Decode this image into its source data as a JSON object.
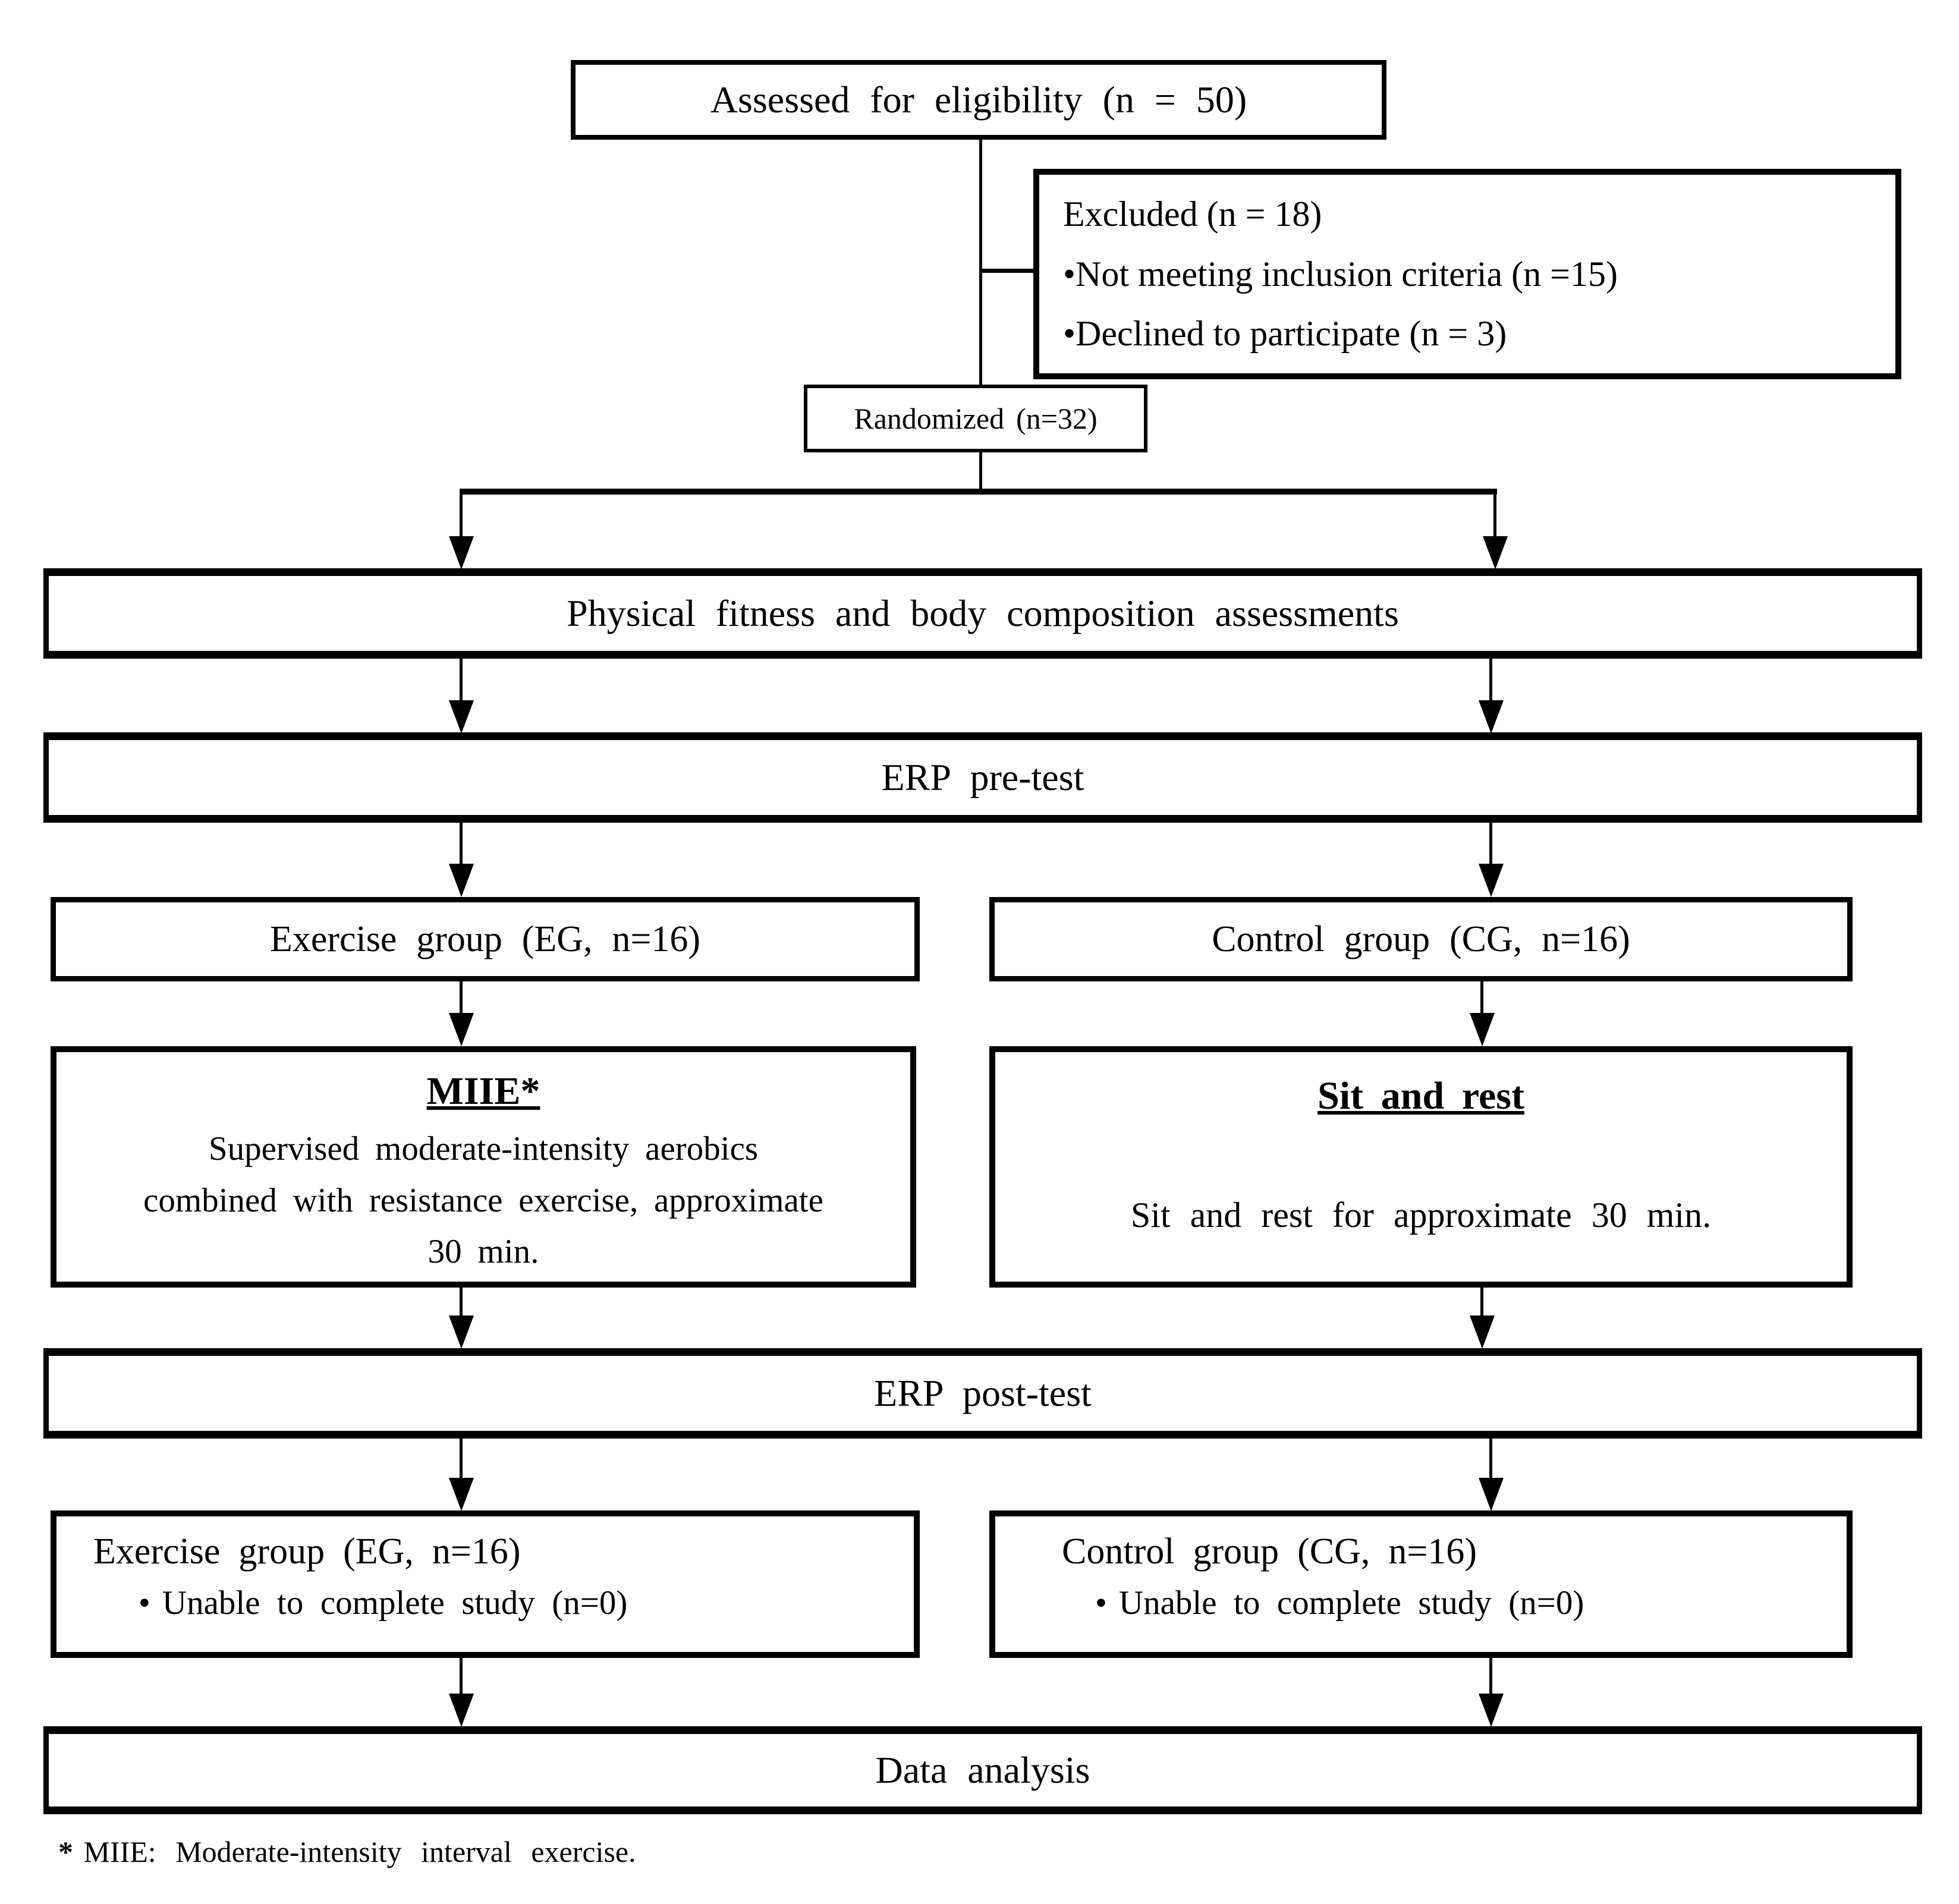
{
  "figure": {
    "background": "#ffffff",
    "line_color": "#000000"
  },
  "boxes": {
    "assessed": {
      "label": "Assessed for eligibility (n = 50)"
    },
    "excluded": {
      "title": "Excluded (n = 18)",
      "bullet": "•",
      "items": [
        "Not meeting inclusion criteria (n =15)",
        "Declined to participate (n = 3)"
      ]
    },
    "randomized": {
      "label": "Randomized (n=32)"
    },
    "physical": {
      "label": "Physical fitness and body composition assessments"
    },
    "erp_pre": {
      "label": "ERP pre-test"
    },
    "eg_top": {
      "label": "Exercise group (EG, n=16)"
    },
    "cg_top": {
      "label": "Control group (CG, n=16)"
    },
    "miie": {
      "title": "MIIE*",
      "lines": [
        "Supervised moderate-intensity aerobics",
        "combined with resistance exercise, approximate",
        "30 min."
      ]
    },
    "sit": {
      "title": "Sit and rest",
      "body": "Sit and rest for approximate 30 min."
    },
    "erp_post": {
      "label": "ERP post-test"
    },
    "eg_bottom": {
      "title": "Exercise group (EG, n=16)",
      "bullet": "•",
      "item": "Unable to complete study (n=0)"
    },
    "cg_bottom": {
      "title": "Control group (CG, n=16)",
      "bullet": "•",
      "item": "Unable to complete study (n=0)"
    },
    "data_analysis": {
      "label": "Data analysis"
    }
  },
  "footnote": {
    "marker": "*",
    "text": "MIIE: Moderate-intensity interval exercise."
  }
}
